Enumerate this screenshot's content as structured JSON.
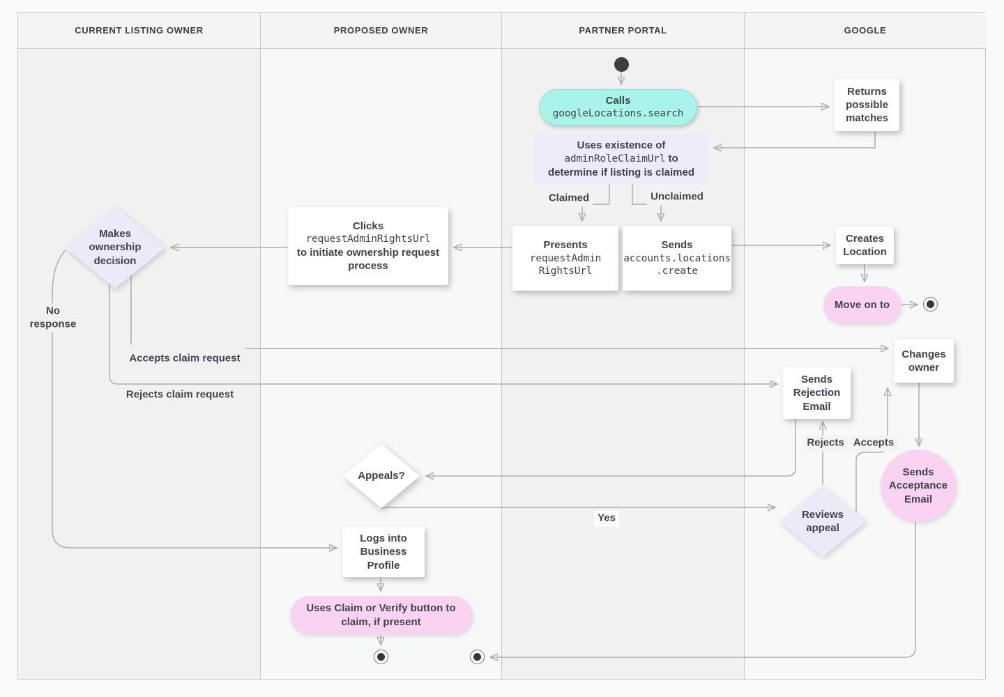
{
  "diagram": {
    "lanes": [
      {
        "label": "CURRENT LISTING OWNER"
      },
      {
        "label": "PROPOSED OWNER"
      },
      {
        "label": "PARTNER PORTAL"
      },
      {
        "label": "GOOGLE"
      }
    ],
    "nodes": {
      "calls_search": {
        "title": "Calls",
        "code": "googleLocations.search"
      },
      "returns_matches": {
        "label": "Returns possible matches"
      },
      "uses_existence": {
        "line1": "Uses existence of",
        "code": "adminRoleClaimUrl",
        "line2_suffix": "to",
        "line3": "determine if listing is claimed"
      },
      "presents": {
        "title": "Presents",
        "code1": "requestAdmin",
        "code2": "RightsUrl"
      },
      "sends_create": {
        "title": "Sends",
        "code1": "accounts.locations",
        "code2": ".create"
      },
      "clicks": {
        "title": "Clicks",
        "code": "requestAdminRightsUrl",
        "rest": "to initiate ownership request process"
      },
      "makes_decision": {
        "label": "Makes ownership decision"
      },
      "creates_location": {
        "label": "Creates Location"
      },
      "move_on": {
        "label": "Move on to"
      },
      "changes_owner": {
        "label": "Changes owner"
      },
      "sends_rejection": {
        "label": "Sends Rejection Email"
      },
      "appeals": {
        "label": "Appeals?"
      },
      "reviews_appeal": {
        "label": "Reviews appeal"
      },
      "sends_acceptance": {
        "label": "Sends Acceptance Email"
      },
      "logs_into": {
        "label": "Logs into Business Profile"
      },
      "uses_claim": {
        "label": "Uses Claim or Verify button to claim, if present"
      }
    },
    "edge_labels": {
      "claimed": "Claimed",
      "unclaimed": "Unclaimed",
      "no_response": "No response",
      "accepts_claim": "Accepts claim request",
      "rejects_claim": "Rejects claim request",
      "yes": "Yes",
      "rejects": "Rejects",
      "accepts": "Accepts"
    },
    "colors": {
      "teal_node": "#a9f4ea",
      "lavender_node": "#ece9f9",
      "pink_node": "#fad3f3",
      "white_node": "#ffffff",
      "connector": "#a9adb2",
      "arrowhead": "#6f767d",
      "text": "#3f4449",
      "lane_grey": "#f1f1f2",
      "lane_light": "#f7f8f8"
    }
  }
}
